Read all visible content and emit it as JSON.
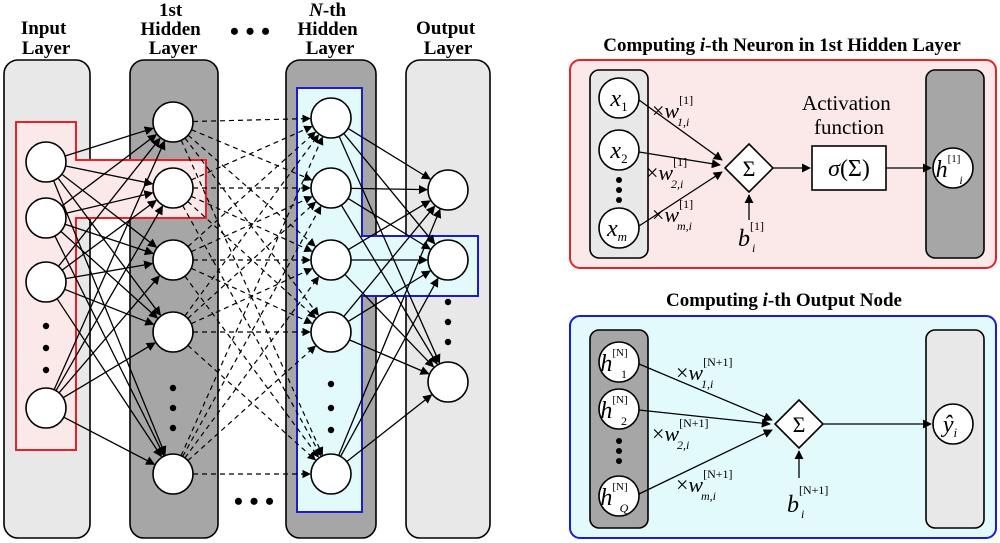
{
  "network": {
    "layers": {
      "input": [
        "Input",
        "Layer"
      ],
      "hidden1": [
        "1st",
        "Hidden",
        "Layer"
      ],
      "hiddenN_italic": "N",
      "hiddenN_suffix": "-th",
      "hiddenN_rest": [
        "Hidden",
        "Layer"
      ],
      "output": [
        "Output",
        "Layer"
      ]
    },
    "ellipsis": "• • •"
  },
  "neuron_panel": {
    "title_pre": "Computing ",
    "title_italic": "i",
    "title_post": "-th Neuron in 1st Hidden Layer",
    "inputs": [
      {
        "base": "x",
        "sub": "1"
      },
      {
        "base": "x",
        "sub": "2"
      },
      {
        "base": "x",
        "sub": "m"
      }
    ],
    "weights": [
      {
        "prefix": "×",
        "base": "w",
        "sup": "[1]",
        "sub": "1,i"
      },
      {
        "prefix": "×",
        "base": "w",
        "sup": "[1]",
        "sub": "2,i"
      },
      {
        "prefix": "×",
        "base": "w",
        "sup": "[1]",
        "sub": "m,i"
      }
    ],
    "sum_symbol": "Σ",
    "bias": {
      "base": "b",
      "sup": "[1]",
      "sub": "i"
    },
    "activation_label": [
      "Activation",
      "function"
    ],
    "activation_fn": {
      "sigma": "σ",
      "arg": "(Σ)"
    },
    "output": {
      "base": "h",
      "sup": "[1]",
      "sub": "i"
    }
  },
  "output_panel": {
    "title_pre": "Computing ",
    "title_italic": "i",
    "title_post": "-th Output Node",
    "inputs": [
      {
        "base": "h",
        "sup": "[N]",
        "sub": "1"
      },
      {
        "base": "h",
        "sup": "[N]",
        "sub": "2"
      },
      {
        "base": "h",
        "sup": "[N]",
        "sub": "Q"
      }
    ],
    "weights": [
      {
        "prefix": "×",
        "base": "w",
        "sup": "[N+1]",
        "sub": "1,i"
      },
      {
        "prefix": "×",
        "base": "w",
        "sup": "[N+1]",
        "sub": "2,i"
      },
      {
        "prefix": "×",
        "base": "w",
        "sup": "[N+1]",
        "sub": "m,i"
      }
    ],
    "sum_symbol": "Σ",
    "bias": {
      "base": "b",
      "sup": "[N+1]",
      "sub": "i"
    },
    "output": {
      "base": "ŷ",
      "sub": "i"
    }
  },
  "colors": {
    "input_col": "#e8e8e8",
    "hidden_col": "#a6a6a6",
    "output_col": "#e8e8e8",
    "red": "#e8202a",
    "red_fill": "#fbe8e8",
    "blue": "#1a1adb",
    "blue_fill": "#e2fafb"
  }
}
